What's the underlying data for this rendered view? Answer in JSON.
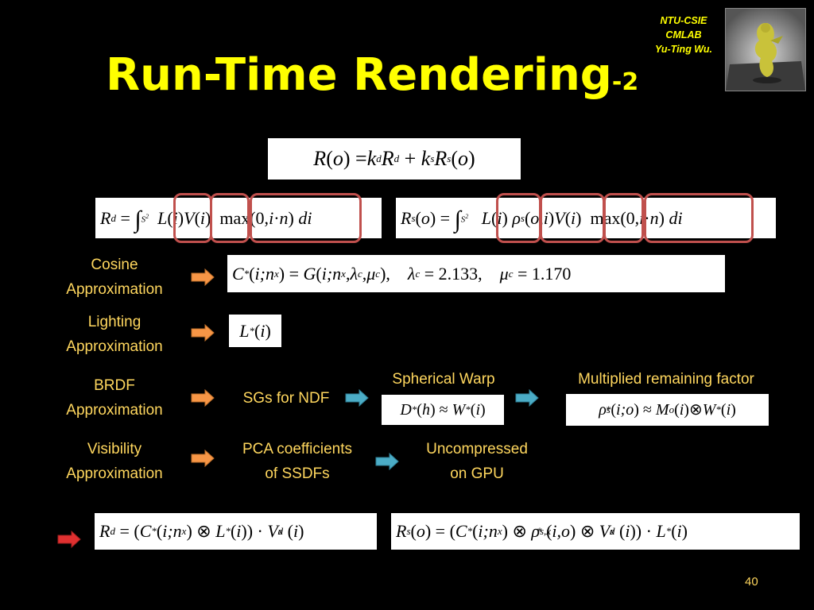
{
  "title": {
    "main": "Run-Time Rendering",
    "suffix": "-2"
  },
  "credit": {
    "line1": "NTU-CSIE",
    "line2": "CMLAB",
    "line3": "Yu-Ting Wu."
  },
  "labels": {
    "cosine": {
      "l1": "Cosine",
      "l2": "Approximation"
    },
    "lighting": {
      "l1": "Lighting",
      "l2": "Approximation"
    },
    "brdf": {
      "l1": "BRDF",
      "l2": "Approximation"
    },
    "visibility": {
      "l1": "Visibility",
      "l2": "Approximation"
    },
    "sgs_ndf": "SGs for NDF",
    "spherical_warp": "Spherical Warp",
    "multiplied_factor": "Multiplied remaining factor",
    "pca": {
      "l1": "PCA coefficients",
      "l2": "of SSDFs"
    },
    "uncompressed": {
      "l1": "Uncompressed",
      "l2": "on GPU"
    }
  },
  "constants": {
    "lambda_c": "2.133",
    "mu_c": "1.170"
  },
  "page_number": "40",
  "colors": {
    "title": "#ffff00",
    "text": "#ffd75e",
    "box": "#c0504d",
    "arrow_orange": "#f79646",
    "arrow_blue": "#4bacc6",
    "arrow_red": "#e03030"
  }
}
